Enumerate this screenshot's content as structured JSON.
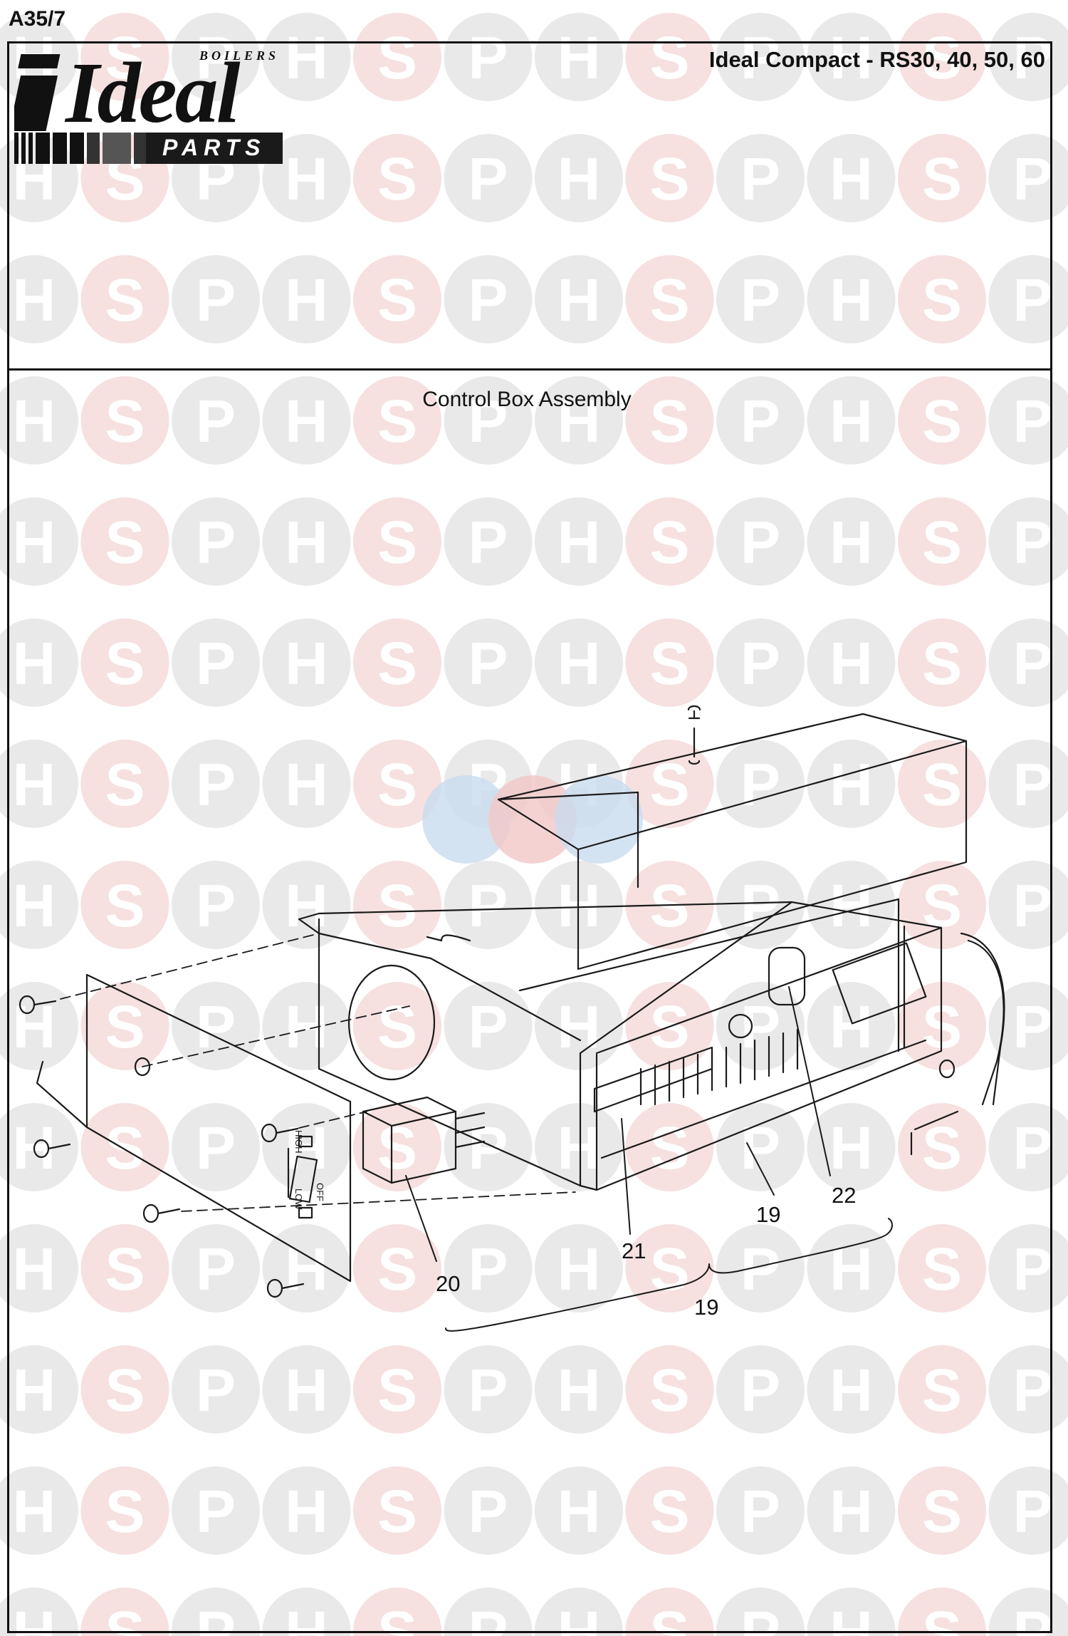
{
  "header": {
    "page_code": "A35/7",
    "title": "Ideal Compact - RS30, 40, 50, 60"
  },
  "logo": {
    "brand": "Ideal",
    "tagline": "BOILERS",
    "sub": "PARTS"
  },
  "watermark": {
    "letters": [
      "H",
      "S",
      "P"
    ],
    "colors": {
      "grey": "#e9e9e9",
      "pink": "#f6e0e0",
      "letter": "#ffffff"
    }
  },
  "diagram": {
    "title": "Control Box Assembly",
    "callouts": [
      {
        "label": "19"
      },
      {
        "label": "19"
      },
      {
        "label": "20"
      },
      {
        "label": "21"
      },
      {
        "label": "22"
      }
    ],
    "switch_labels": {
      "high": "HIGH",
      "off": "OFF",
      "low": "LOW"
    }
  }
}
